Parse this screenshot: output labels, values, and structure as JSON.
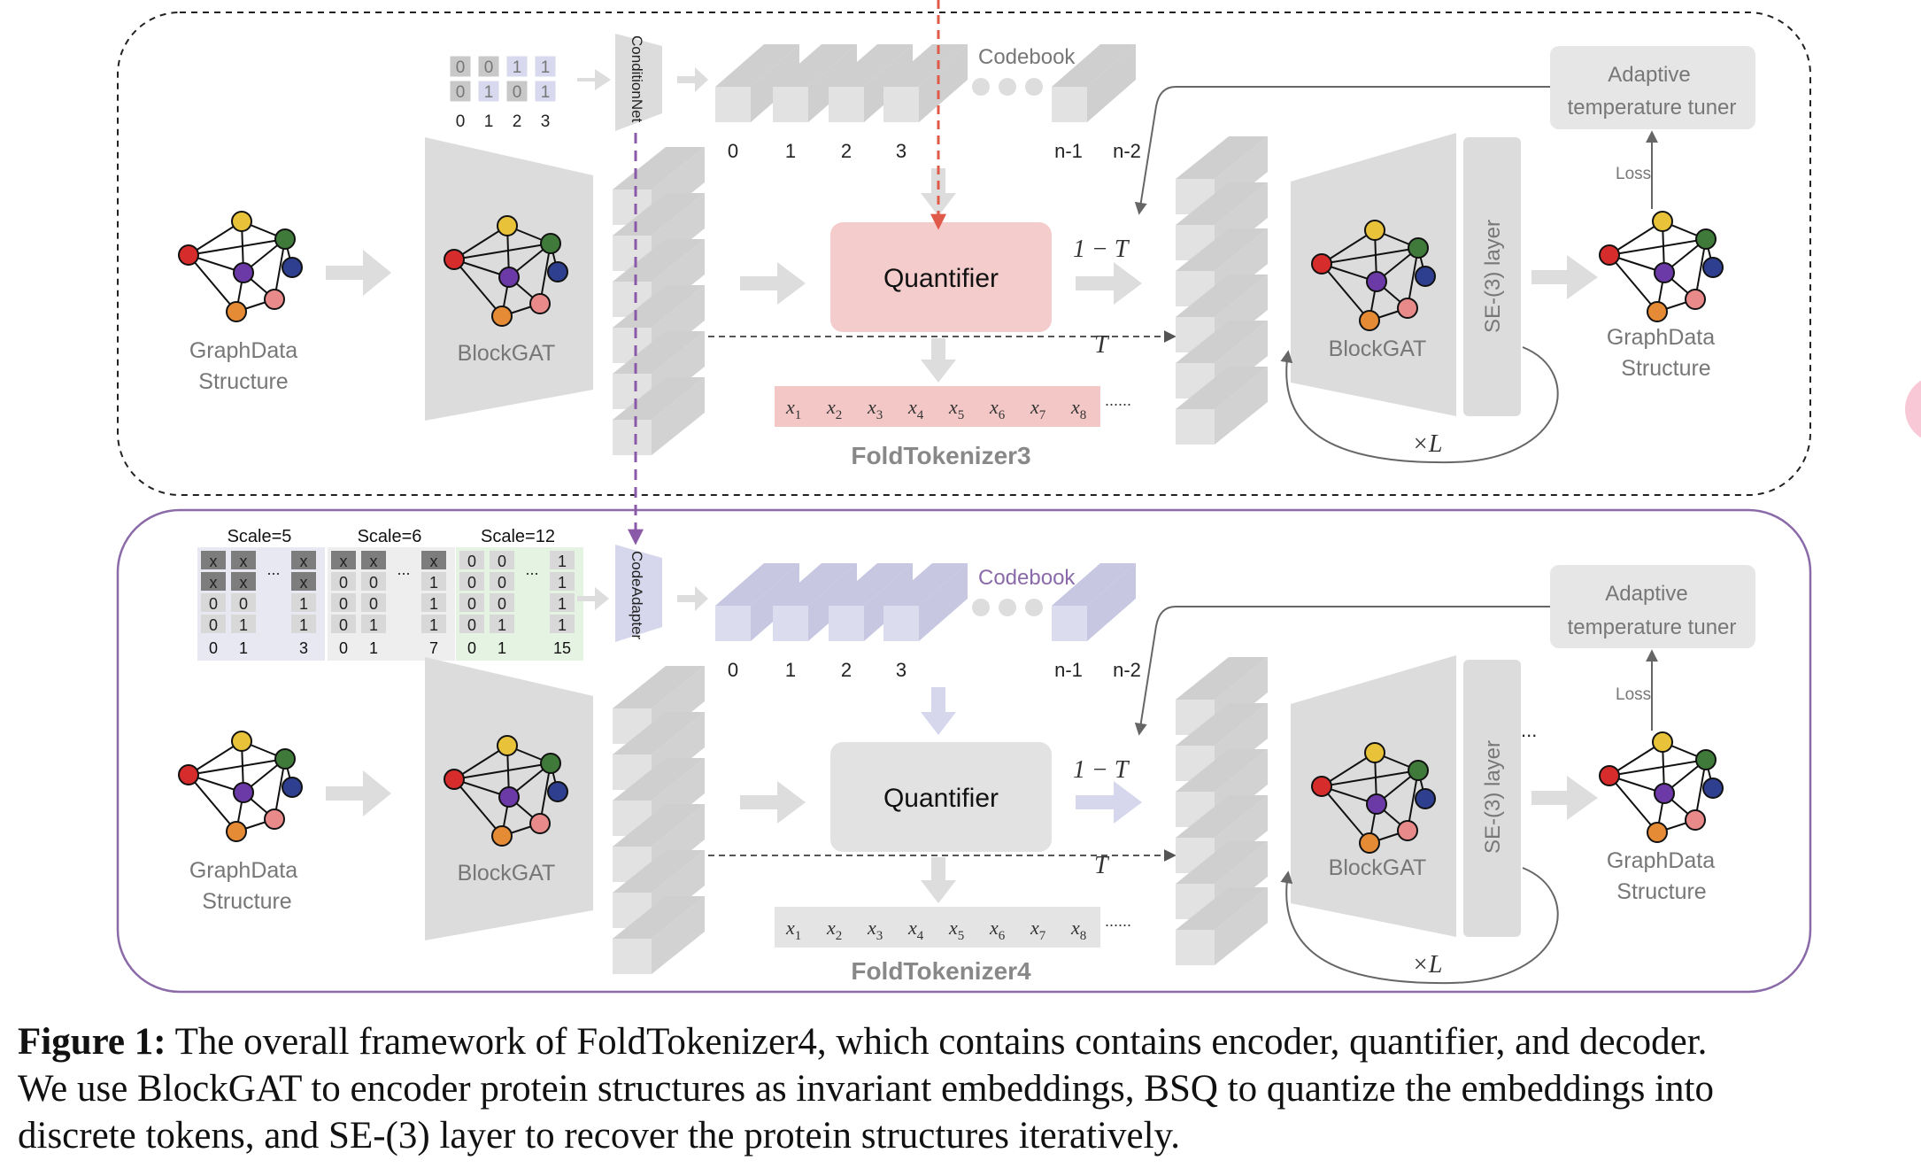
{
  "panels": [
    {
      "id": "ft3",
      "title": "FoldTokenizer3",
      "frame_style": "dashed",
      "condition_module": "ConditionNet",
      "codebook_label": "Codebook",
      "codebook_indices": [
        "0",
        "1",
        "2",
        "3",
        "n-1",
        "n-2"
      ],
      "encoder_label": "BlockGAT",
      "decoder_label": "BlockGAT",
      "se3_label": "SE-(3) layer",
      "quantifier_label": "Quantifier",
      "input_graph_label": [
        "GraphData",
        "Structure"
      ],
      "output_graph_label": [
        "GraphData",
        "Structure"
      ],
      "tuner_label": [
        "Adaptive",
        "temperature tuner"
      ],
      "loss_label": "Loss",
      "one_minus_t": "1 − T",
      "t_label": "T",
      "repeat_label": "×L",
      "tokens": [
        "x1",
        "x2",
        "x3",
        "x4",
        "x5",
        "x6",
        "x7",
        "x8"
      ],
      "token_ellipsis": "......",
      "mini_matrix": {
        "rows": [
          [
            "0",
            "0",
            "1",
            "1"
          ],
          [
            "0",
            "1",
            "0",
            "1"
          ]
        ],
        "indices": [
          "0",
          "1",
          "2",
          "3"
        ]
      }
    },
    {
      "id": "ft4",
      "title": "FoldTokenizer4",
      "frame_style": "solid",
      "condition_module": "CodeAdapter",
      "codebook_label": "Codebook",
      "codebook_indices": [
        "0",
        "1",
        "2",
        "3",
        "n-1",
        "n-2"
      ],
      "encoder_label": "BlockGAT",
      "decoder_label": "BlockGAT",
      "se3_label": "SE-(3) layer",
      "quantifier_label": "Quantifier",
      "input_graph_label": [
        "GraphData",
        "Structure"
      ],
      "output_graph_label": [
        "GraphData",
        "Structure"
      ],
      "tuner_label": [
        "Adaptive",
        "temperature tuner"
      ],
      "loss_label": "Loss",
      "one_minus_t": "1 − T",
      "t_label": "T",
      "repeat_label": "×L",
      "decoder_ellipsis": "...",
      "tokens": [
        "x1",
        "x2",
        "x3",
        "x4",
        "x5",
        "x6",
        "x7",
        "x8"
      ],
      "token_ellipsis": "......",
      "scale_tables": [
        {
          "title": "Scale=5",
          "rows": [
            [
              "x",
              "x",
              "...",
              "x"
            ],
            [
              "x",
              "x",
              "",
              "x"
            ],
            [
              "0",
              "0",
              "",
              "1"
            ],
            [
              "0",
              "1",
              "",
              "1"
            ]
          ],
          "indices": [
            "0",
            "1",
            "",
            "3"
          ]
        },
        {
          "title": "Scale=6",
          "rows": [
            [
              "x",
              "x",
              "...",
              "x"
            ],
            [
              "0",
              "0",
              "",
              "1"
            ],
            [
              "0",
              "0",
              "",
              "1"
            ],
            [
              "0",
              "1",
              "",
              "1"
            ]
          ],
          "indices": [
            "0",
            "1",
            "",
            "7"
          ]
        },
        {
          "title": "Scale=12",
          "rows": [
            [
              "0",
              "0",
              "...",
              "1"
            ],
            [
              "0",
              "0",
              "",
              "1"
            ],
            [
              "0",
              "0",
              "",
              "1"
            ],
            [
              "0",
              "1",
              "",
              "1"
            ]
          ],
          "indices": [
            "0",
            "1",
            "",
            "15"
          ]
        }
      ]
    }
  ],
  "colors": {
    "gray_block": "#dcdcdc",
    "lavender_block": "#d6d6ec",
    "quantifier_pink": "#f4cccc",
    "token_pink": "#f4c7c7",
    "red_arrow": "#e05a4a",
    "purple_arrow": "#8a5aa8",
    "ft4_frame": "#8a6aa8",
    "node_colors": [
      "#e8c33a",
      "#d62c2c",
      "#6b3aa6",
      "#3f7a3a",
      "#2f3f8f",
      "#e98a8a",
      "#e58a35"
    ]
  },
  "caption": {
    "label": "Figure 1:",
    "lines": [
      " The overall framework of FoldTokenizer4, which contains contains encoder, quantifier, and decoder.",
      "We use BlockGAT to encoder protein structures as invariant embeddings, BSQ to quantize the embeddings into",
      "discrete tokens, and SE-(3) layer to recover the protein structures iteratively."
    ]
  }
}
